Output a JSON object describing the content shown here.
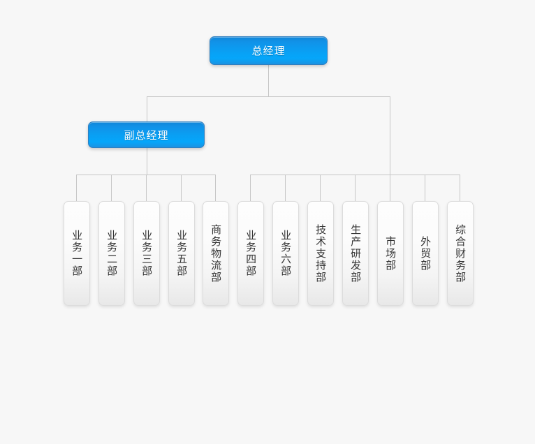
{
  "chart": {
    "type": "org-chart",
    "background_color": "#f7f7f7",
    "connector_color": "#c6c6c6",
    "accent_color": "#05a6fa",
    "exec_text_color": "#ffffff",
    "dept_text_color": "#333333",
    "levels": [
      {
        "level": 1,
        "nodes": [
          {
            "id": "gm",
            "label": "总经理",
            "style": "executive"
          }
        ]
      },
      {
        "level": 2,
        "nodes": [
          {
            "id": "dgm",
            "label": "副总经理",
            "style": "executive"
          }
        ]
      },
      {
        "level": 3,
        "group": "under-deputy-general-manager",
        "nodes": [
          {
            "id": "dept-1",
            "label": "业务一部",
            "style": "department"
          },
          {
            "id": "dept-2",
            "label": "业务二部",
            "style": "department"
          },
          {
            "id": "dept-3",
            "label": "业务三部",
            "style": "department"
          },
          {
            "id": "dept-4",
            "label": "业务五部",
            "style": "department"
          },
          {
            "id": "dept-5",
            "label": "商务物流部",
            "style": "department"
          }
        ]
      },
      {
        "level": 3,
        "group": "under-general-manager",
        "nodes": [
          {
            "id": "dept-6",
            "label": "业务四部",
            "style": "department"
          },
          {
            "id": "dept-7",
            "label": "业务六部",
            "style": "department"
          },
          {
            "id": "dept-8",
            "label": "技术支持部",
            "style": "department"
          },
          {
            "id": "dept-9",
            "label": "生产研发部",
            "style": "department"
          },
          {
            "id": "dept-10",
            "label": "市场部",
            "style": "department"
          },
          {
            "id": "dept-11",
            "label": "外贸部",
            "style": "department"
          },
          {
            "id": "dept-12",
            "label": "综合财务部",
            "style": "department"
          }
        ]
      }
    ]
  }
}
